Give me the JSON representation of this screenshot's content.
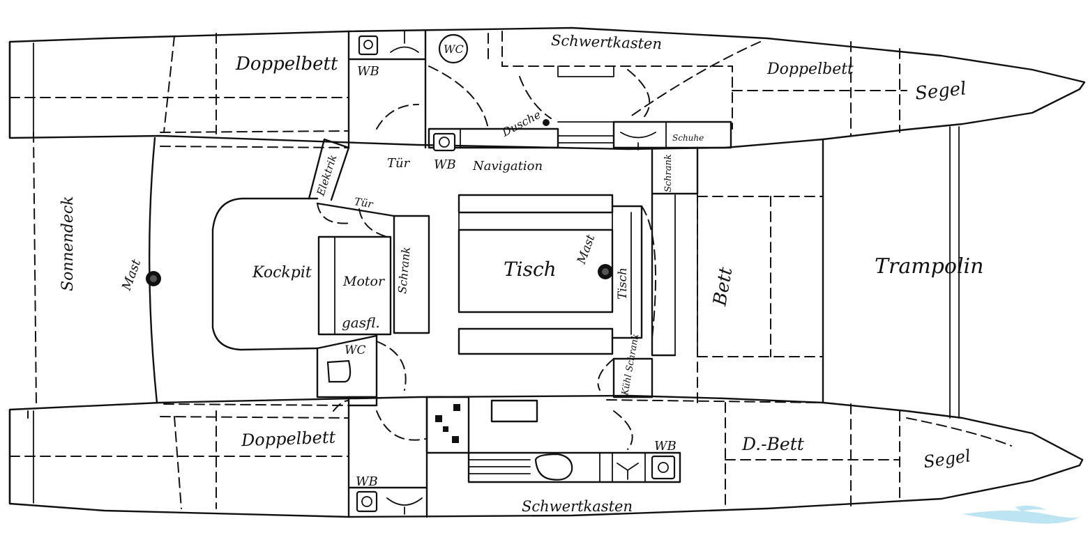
{
  "labels": {
    "schwertkasten_top": "Schwertkasten",
    "doppelbett_port_aft": "Doppelbett",
    "wb_top": "WB",
    "wc_top": "WC",
    "doppelbett_port_fwd": "Doppelbett",
    "segel_top": "Segel",
    "dusche": "Dusche",
    "schuhe": "Schuhe",
    "tuer_top": "Tür",
    "wb_nav": "WB",
    "navigation": "Navigation",
    "elektrik": "Elektrik",
    "schrank_fwd": "Schrank",
    "tuer_mid": "Tür",
    "sonnendeck": "Sonnendeck",
    "mast_aft": "Mast",
    "kockpit": "Kockpit",
    "motor": "Motor",
    "gasfl": "gasfl.",
    "schrank_mid": "Schrank",
    "tisch_main": "Tisch",
    "mast_mid": "Mast",
    "tisch_side": "Tisch",
    "bett": "Bett",
    "trampolin": "Trampolin",
    "wc_mid": "WC",
    "kuehlschrank": "Kühl Schrank",
    "doppelbett_stbd": "Doppelbett",
    "wb_stbd_fwd": "WB",
    "d_bett": "D.-Bett",
    "segel_bottom": "Segel",
    "wb_stbd_aft": "WB",
    "schwertkasten_bottom": "Schwertkasten"
  },
  "icons": {
    "mast_symbol": "mast-icon",
    "sink_symbol": "sink-icon",
    "toilet_symbol": "toilet-icon",
    "stove_symbol": "stove-icon"
  },
  "colors": {
    "ink": "#111111",
    "paper": "#ffffff",
    "watermark": "#9fd8ec"
  }
}
